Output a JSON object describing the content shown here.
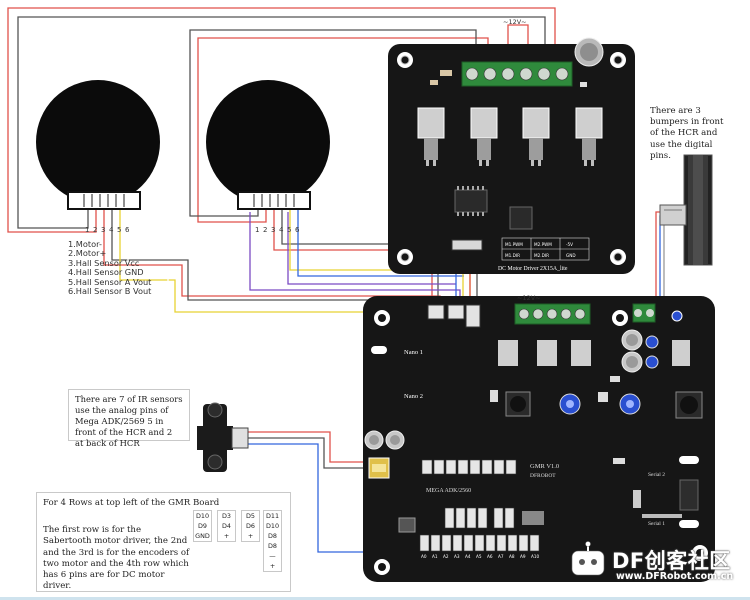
{
  "colors": {
    "board": "#161616",
    "accent_blue": "#2a4fd0",
    "terminal_green": "#2f8a3c"
  },
  "motor_pins": [
    "1",
    "2",
    "3",
    "4",
    "5",
    "6"
  ],
  "motor_legend": [
    "1.Motor-",
    "2.Motor+",
    "3.Hall Sensor Vcc",
    "4.Hall Sensor GND",
    "5.Hall Sensor A Vout",
    "6.Hall Sensor B Vout"
  ],
  "dc_driver": {
    "voltage_label": "~12V~",
    "board_label": "DC Motor Driver   2X15A_lite",
    "table": [
      [
        "M1.PWM",
        "M2.PWM",
        "-5V"
      ],
      [
        "M1.DIR",
        "M2.DIR",
        "GND"
      ]
    ]
  },
  "gmr": {
    "voltage_label": "~12V~",
    "name_label": "GMR V1.0",
    "brand_label": "DFROBOT",
    "mega_label": "MEGA  ADK/2560",
    "nano1": "Nano 1",
    "nano2": "Nano 2",
    "serial2": "Serial 2",
    "serial1": "Serial 1",
    "analog_pins": [
      "A0",
      "A1",
      "A2",
      "A3",
      "A4",
      "A5",
      "A6",
      "A7",
      "A8",
      "A9",
      "A10"
    ]
  },
  "notes": {
    "bumpers": "There are 3 bumpers in front of the HCR and use the digital pins.",
    "ir": "There are 7 of IR sensors use the analog pins of Mega ADK/2569 5 in front of the HCR and 2 at back of HCR",
    "gmr_heading": "For 4 Rows at top left of the GMR Board",
    "gmr_body": "The first row is for the Sabertooth motor driver, the 2nd and the 3rd is for the encoders of two motor and the 4th row which has 6 pins are for DC motor driver."
  },
  "pin_table": [
    [
      "D10",
      "D9",
      "GND"
    ],
    [
      "D3",
      "D4",
      "+"
    ],
    [
      "D5",
      "D6",
      "+"
    ],
    [
      "D11",
      "D10",
      "D8",
      "D8",
      "—",
      "+"
    ]
  ],
  "watermark": {
    "brand": "DF创客社区",
    "url": "www.DFRobot.com.cn"
  }
}
